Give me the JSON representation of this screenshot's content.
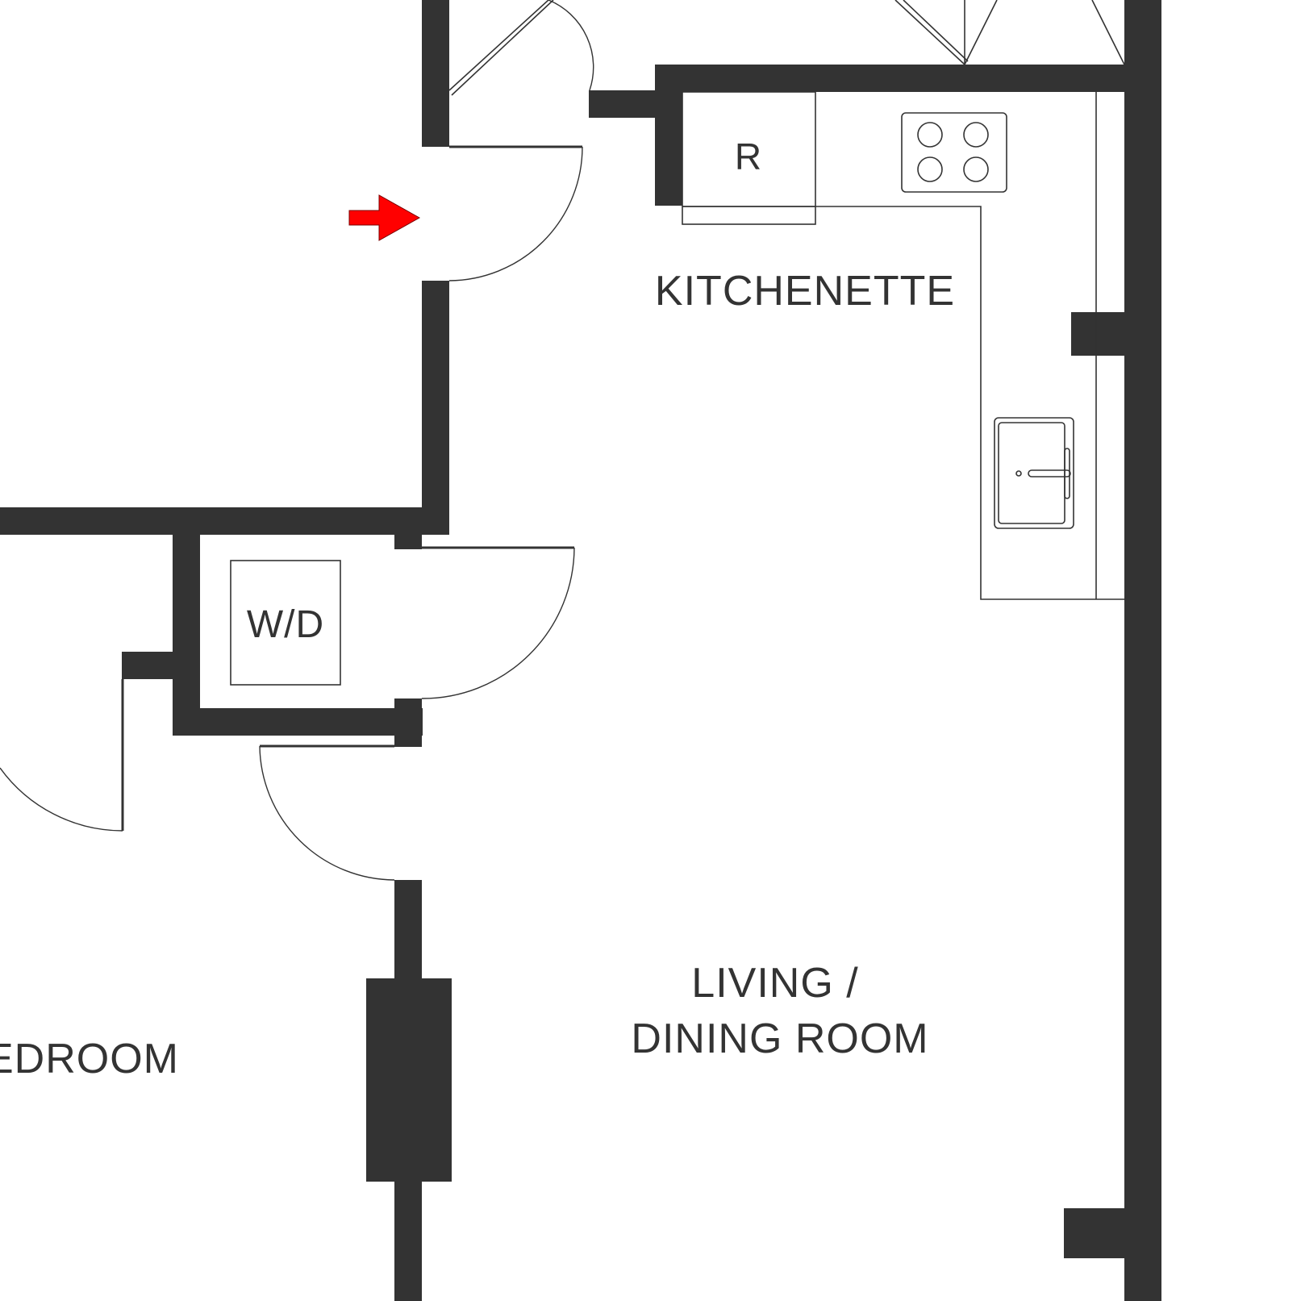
{
  "plan": {
    "rooms": {
      "kitchenette": "KITCHENETTE",
      "living_line1": "LIVING /",
      "living_line2": "DINING ROOM",
      "bedroom_partial": "EDROOM"
    },
    "fixtures": {
      "refrigerator": "R",
      "washer_dryer": "W/D"
    },
    "colors": {
      "wall": "#333333",
      "entry_arrow": "#ff0000",
      "background": "#ffffff"
    },
    "icons": [
      "entry-arrow-icon",
      "cooktop-icon",
      "sink-icon"
    ]
  }
}
